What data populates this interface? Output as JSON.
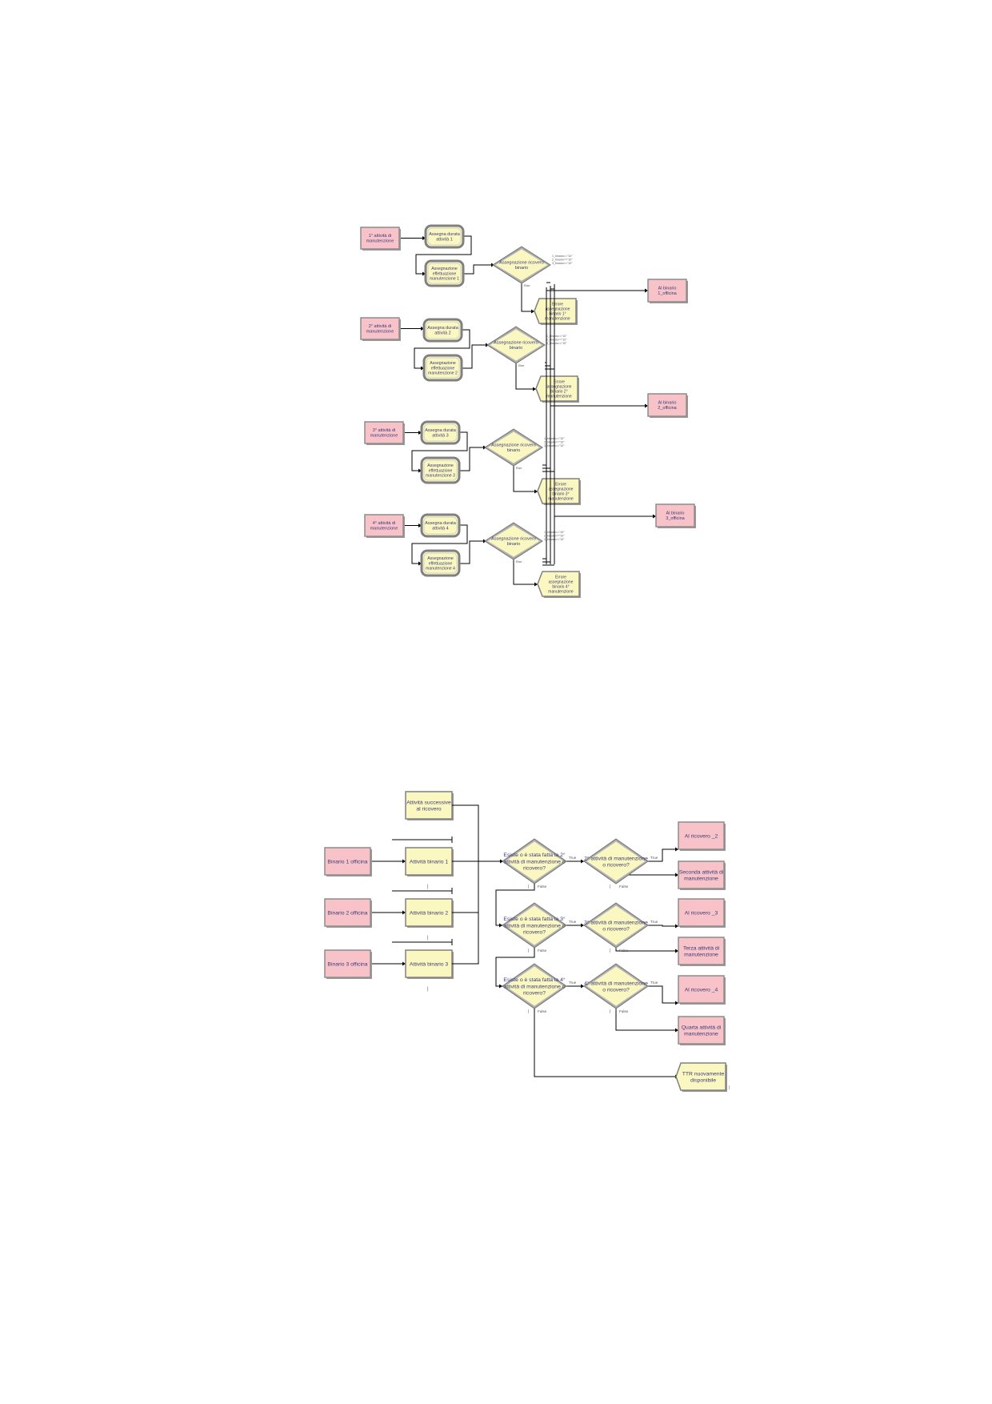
{
  "colors": {
    "pink_fill": "#f7c3c8",
    "pink_border": "#8c8c8c",
    "yellow_fill": "#fbf7c0",
    "yellow_border": "#808080",
    "text": "#3a3a7a",
    "line": "#000000",
    "blue_line": "#2b2bb0"
  },
  "diagram1": {
    "pink": [
      {
        "id": "a1",
        "text": [
          "1° attività di",
          "manutenzione"
        ]
      },
      {
        "id": "a2",
        "text": [
          "2° attività di",
          "manutenzione"
        ]
      },
      {
        "id": "a3",
        "text": [
          "3° attività di",
          "manutenzione"
        ]
      },
      {
        "id": "a4",
        "text": [
          "4° attività di",
          "manutenzione"
        ]
      },
      {
        "id": "b1",
        "text": [
          "Al binario",
          "1_officina"
        ]
      },
      {
        "id": "b2",
        "text": [
          "Al binario",
          "2_officina"
        ]
      },
      {
        "id": "b3",
        "text": [
          "Al binario",
          "3_officina"
        ]
      }
    ],
    "assign": [
      {
        "id": "d1",
        "text": [
          "Assegna durata",
          "attività 1"
        ]
      },
      {
        "id": "e1",
        "text": [
          "Assegnazione",
          "effettuazione",
          "manutenzione 1"
        ]
      },
      {
        "id": "d2",
        "text": [
          "Assegna durata",
          "attività 2"
        ]
      },
      {
        "id": "e2",
        "text": [
          "Assegnazione",
          "effettuazione",
          "manutenzione 2"
        ]
      },
      {
        "id": "d3",
        "text": [
          "Assegna durata",
          "attività 3"
        ]
      },
      {
        "id": "e3",
        "text": [
          "Assegnazione",
          "effettuazione",
          "manutenzione 3"
        ]
      },
      {
        "id": "d4",
        "text": [
          "Assegna durata",
          "attività 4"
        ]
      },
      {
        "id": "e4",
        "text": [
          "Assegnazione",
          "effettuazione",
          "manutenzione 4"
        ]
      }
    ],
    "decisions": [
      {
        "id": "q1",
        "text": [
          "Assegnazione ricovero",
          "binario"
        ],
        "conds": [
          "1_binario==\"10\"",
          "2_binario==\"10\"",
          "3_binario==\"10\""
        ],
        "else": "Else"
      },
      {
        "id": "q2",
        "text": [
          "Assegnazione ricovero",
          "binario"
        ],
        "conds": [
          "1_binario==\"10\"",
          "2_binario==\"10\"",
          "3_binario==\"10\""
        ],
        "else": "Else"
      },
      {
        "id": "q3",
        "text": [
          "Assegnazione ricovero",
          "binario"
        ],
        "conds": [
          "1_binario==\"10\"",
          "2_binario==\"10\"",
          "3_binario==\"10\""
        ],
        "else": "Else"
      },
      {
        "id": "q4",
        "text": [
          "Assegnazione ricovero",
          "binario"
        ],
        "conds": [
          "1_binario==\"10\"",
          "2_binario==\"10\"",
          "3_binario==\"10\""
        ],
        "else": "Else"
      }
    ],
    "errors": [
      {
        "id": "x1",
        "text": [
          "Errore",
          "assegnazione",
          "binario 1°",
          "manutenzione"
        ]
      },
      {
        "id": "x2",
        "text": [
          "Errore",
          "assegnazione",
          "binario 2°",
          "manutenzione"
        ]
      },
      {
        "id": "x3",
        "text": [
          "Errore",
          "assegnazione",
          "binario 3°",
          "manutenzione"
        ]
      },
      {
        "id": "x4",
        "text": [
          "Errore",
          "assegnazione",
          "binario 4°",
          "manutenzione"
        ]
      }
    ]
  },
  "diagram2": {
    "pink": [
      {
        "id": "o1",
        "text": [
          "Binario 1 officina"
        ]
      },
      {
        "id": "o2",
        "text": [
          "Binario 2 officina"
        ]
      },
      {
        "id": "o3",
        "text": [
          "Binario 3 officina"
        ]
      },
      {
        "id": "r2",
        "text": [
          "Al ricovero _2"
        ]
      },
      {
        "id": "s2",
        "text": [
          "Seconda attività di",
          "manutenzione"
        ]
      },
      {
        "id": "r3",
        "text": [
          "Al ricovero _3"
        ]
      },
      {
        "id": "t3",
        "text": [
          "Terza attività di",
          "manutenzione"
        ]
      },
      {
        "id": "r4",
        "text": [
          "Al ricovero _4"
        ]
      },
      {
        "id": "q4",
        "text": [
          "Quarta attività di",
          "manutenzione"
        ]
      }
    ],
    "yellow": [
      {
        "id": "succ",
        "text": [
          "Attività successive",
          "al ricovero"
        ]
      },
      {
        "id": "ab1",
        "text": [
          "Attività binario 1"
        ]
      },
      {
        "id": "ab2",
        "text": [
          "Attività binario 2"
        ]
      },
      {
        "id": "ab3",
        "text": [
          "Attività binario 3"
        ]
      }
    ],
    "decisions": [
      {
        "id": "c1",
        "text": [
          "Esiste o è stata fatta la 2°",
          "attività di manutenzione o",
          "ricovero?"
        ]
      },
      {
        "id": "n1",
        "text": [
          "2° attività di manutenzione",
          "o ricovero?"
        ]
      },
      {
        "id": "c2",
        "text": [
          "Esiste o è stata fatta la 3°",
          "attività di manutenzione o",
          "ricovero?"
        ]
      },
      {
        "id": "n2",
        "text": [
          "3° attività di manutenzione",
          "o ricovero?"
        ]
      },
      {
        "id": "c3",
        "text": [
          "Esiste o è stata fatta la 4°",
          "attività di manutenzione o",
          "ricovero?"
        ]
      },
      {
        "id": "n3",
        "text": [
          "4° attività di manutenzione",
          "o ricovero?"
        ]
      }
    ],
    "end": {
      "id": "ttr",
      "text": [
        "TTR nuovamente",
        "disponibile"
      ]
    },
    "true_label": "True",
    "false_label": "False"
  }
}
